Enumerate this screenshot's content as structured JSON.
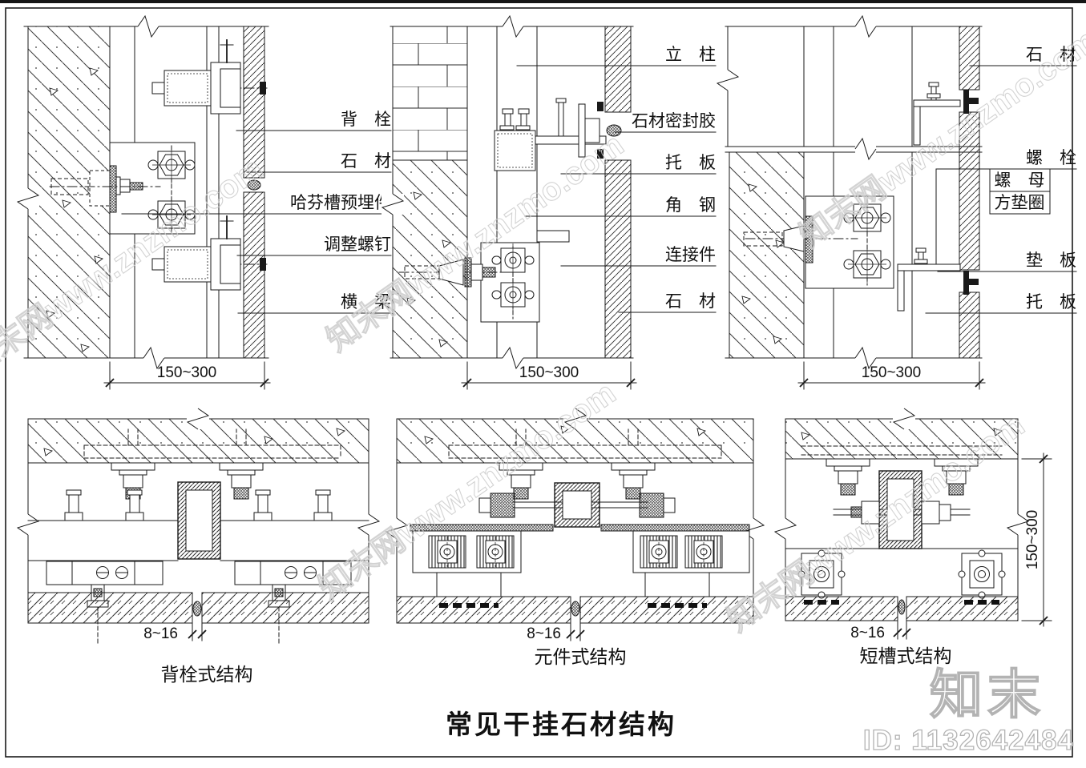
{
  "title": "常见干挂石材结构",
  "colors": {
    "line": "#1a1a1a",
    "watermark_gray": "#cccccc"
  },
  "watermark": {
    "site_text": "知末网www.znzmo.com",
    "logo_text": "知末",
    "id_text": "ID: 1132642484"
  },
  "sections": {
    "back_bolt": {
      "labels": {
        "back_bolt": "背　栓",
        "stone": "石　材",
        "halfen_channel_embed": "哈芬槽预埋件",
        "adjusting_screw": "调整螺钉",
        "cross_beam": "横　梁"
      },
      "span_dim": "150~300",
      "joint_dim": "8~16",
      "caption": "背栓式结构"
    },
    "element": {
      "labels": {
        "vertical_post": "立　柱",
        "stone_sealant": "石材密封胶",
        "support_plate": "托　板",
        "angle_steel": "角　钢",
        "connector": "连接件",
        "stone": "石　材"
      },
      "span_dim": "150~300",
      "joint_dim": "8~16",
      "caption": "元件式结构"
    },
    "short_slot": {
      "labels": {
        "stone": "石　材",
        "bolt": "螺　栓",
        "nut": "螺　母",
        "square_washer": "方垫圈",
        "shim_plate": "垫　板",
        "support_plate": "托　板"
      },
      "span_dim": "150~300",
      "joint_dim": "8~16",
      "vertical_dim": "150~300",
      "caption": "短槽式结构"
    }
  }
}
